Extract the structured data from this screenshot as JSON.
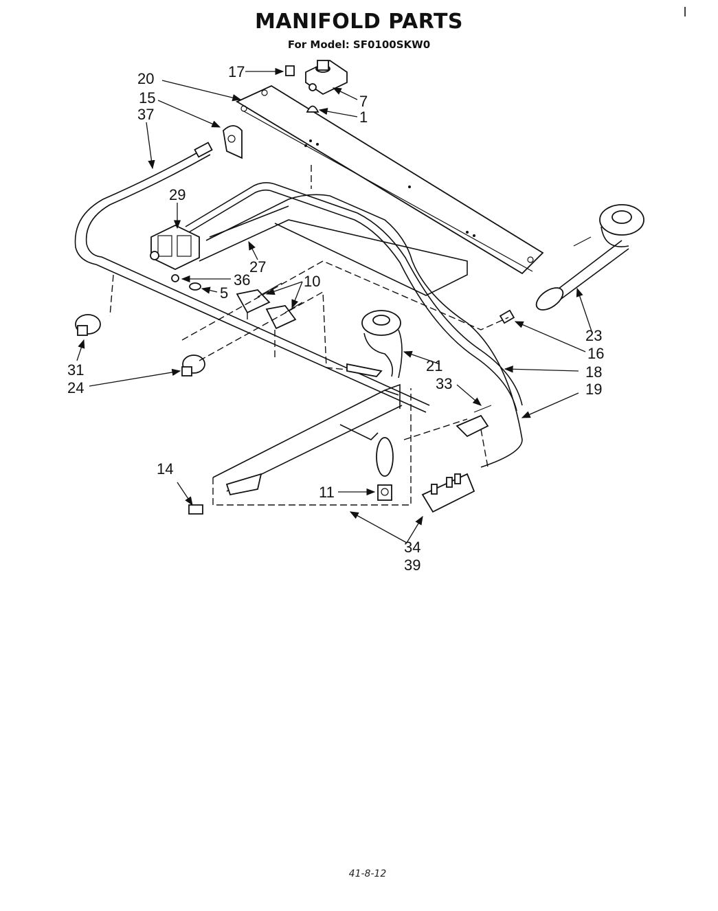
{
  "header": {
    "title": "MANIFOLD PARTS",
    "subtitle": "For Model: SF0100SKW0"
  },
  "footer": {
    "code": "41-8-12"
  },
  "callouts": [
    "17",
    "20",
    "15",
    "37",
    "7",
    "1",
    "29",
    "27",
    "36",
    "5",
    "10",
    "31",
    "24",
    "23",
    "16",
    "21",
    "18",
    "33",
    "19",
    "14",
    "11",
    "34",
    "39"
  ]
}
